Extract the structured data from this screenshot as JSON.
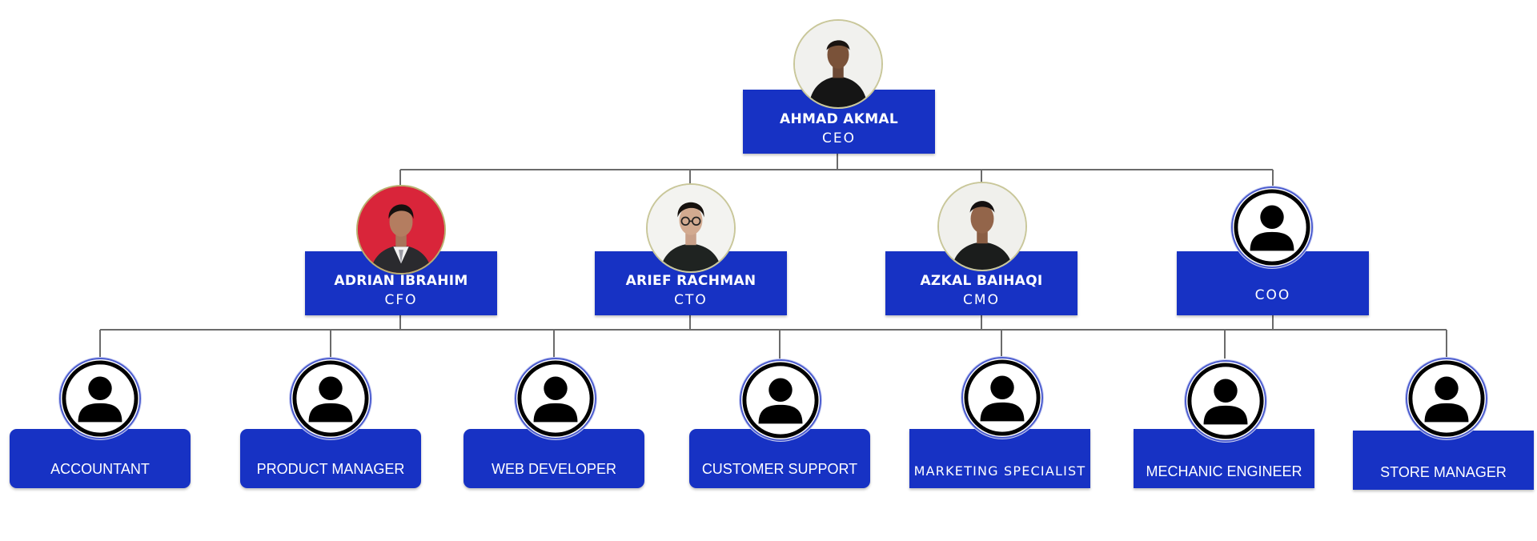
{
  "colors": {
    "box_fill": "#1732c4",
    "box_text": "#ffffff",
    "connector": "#6b6b6b",
    "icon_fill": "#000000",
    "cfo_photo_background": "#d9253a"
  },
  "ceo": {
    "name": "AHMAD AKMAL",
    "title": "CEO",
    "avatar": "photo-portrait"
  },
  "executives": [
    {
      "name": "ADRIAN IBRAHIM",
      "title": "CFO",
      "avatar": "photo-portrait-red-background"
    },
    {
      "name": "ARIEF RACHMAN",
      "title": "CTO",
      "avatar": "photo-portrait"
    },
    {
      "name": "AZKAL BAIHAQI",
      "title": "CMO",
      "avatar": "photo-portrait"
    },
    {
      "name": "",
      "title": "COO",
      "avatar": "user-icon"
    }
  ],
  "staff": [
    {
      "title": "ACCOUNTANT",
      "avatar": "user-icon"
    },
    {
      "title": "PRODUCT MANAGER",
      "avatar": "user-icon"
    },
    {
      "title": "WEB DEVELOPER",
      "avatar": "user-icon"
    },
    {
      "title": "CUSTOMER SUPPORT",
      "avatar": "user-icon"
    },
    {
      "title": "MARKETING SPECIALIST",
      "avatar": "user-icon"
    },
    {
      "title": "MECHANIC ENGINEER",
      "avatar": "user-icon"
    },
    {
      "title": "STORE MANAGER",
      "avatar": "user-icon"
    }
  ]
}
